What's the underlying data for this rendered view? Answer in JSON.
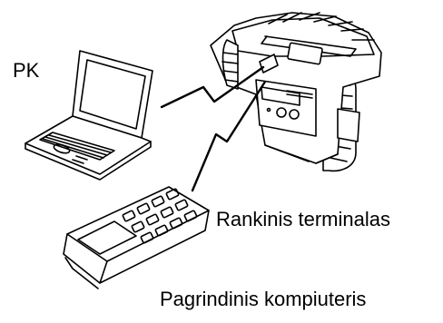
{
  "labels": {
    "pc": "PK",
    "handheld": "Rankinis terminalas",
    "host": "Pagrindinis kompiuteris"
  },
  "devices": [
    {
      "name": "laptop",
      "icon": "laptop-icon"
    },
    {
      "name": "portable printer",
      "icon": "printer-icon"
    },
    {
      "name": "handheld terminal",
      "icon": "handheld-terminal-icon"
    }
  ],
  "colors": {
    "line": "#000000",
    "background": "#ffffff"
  }
}
